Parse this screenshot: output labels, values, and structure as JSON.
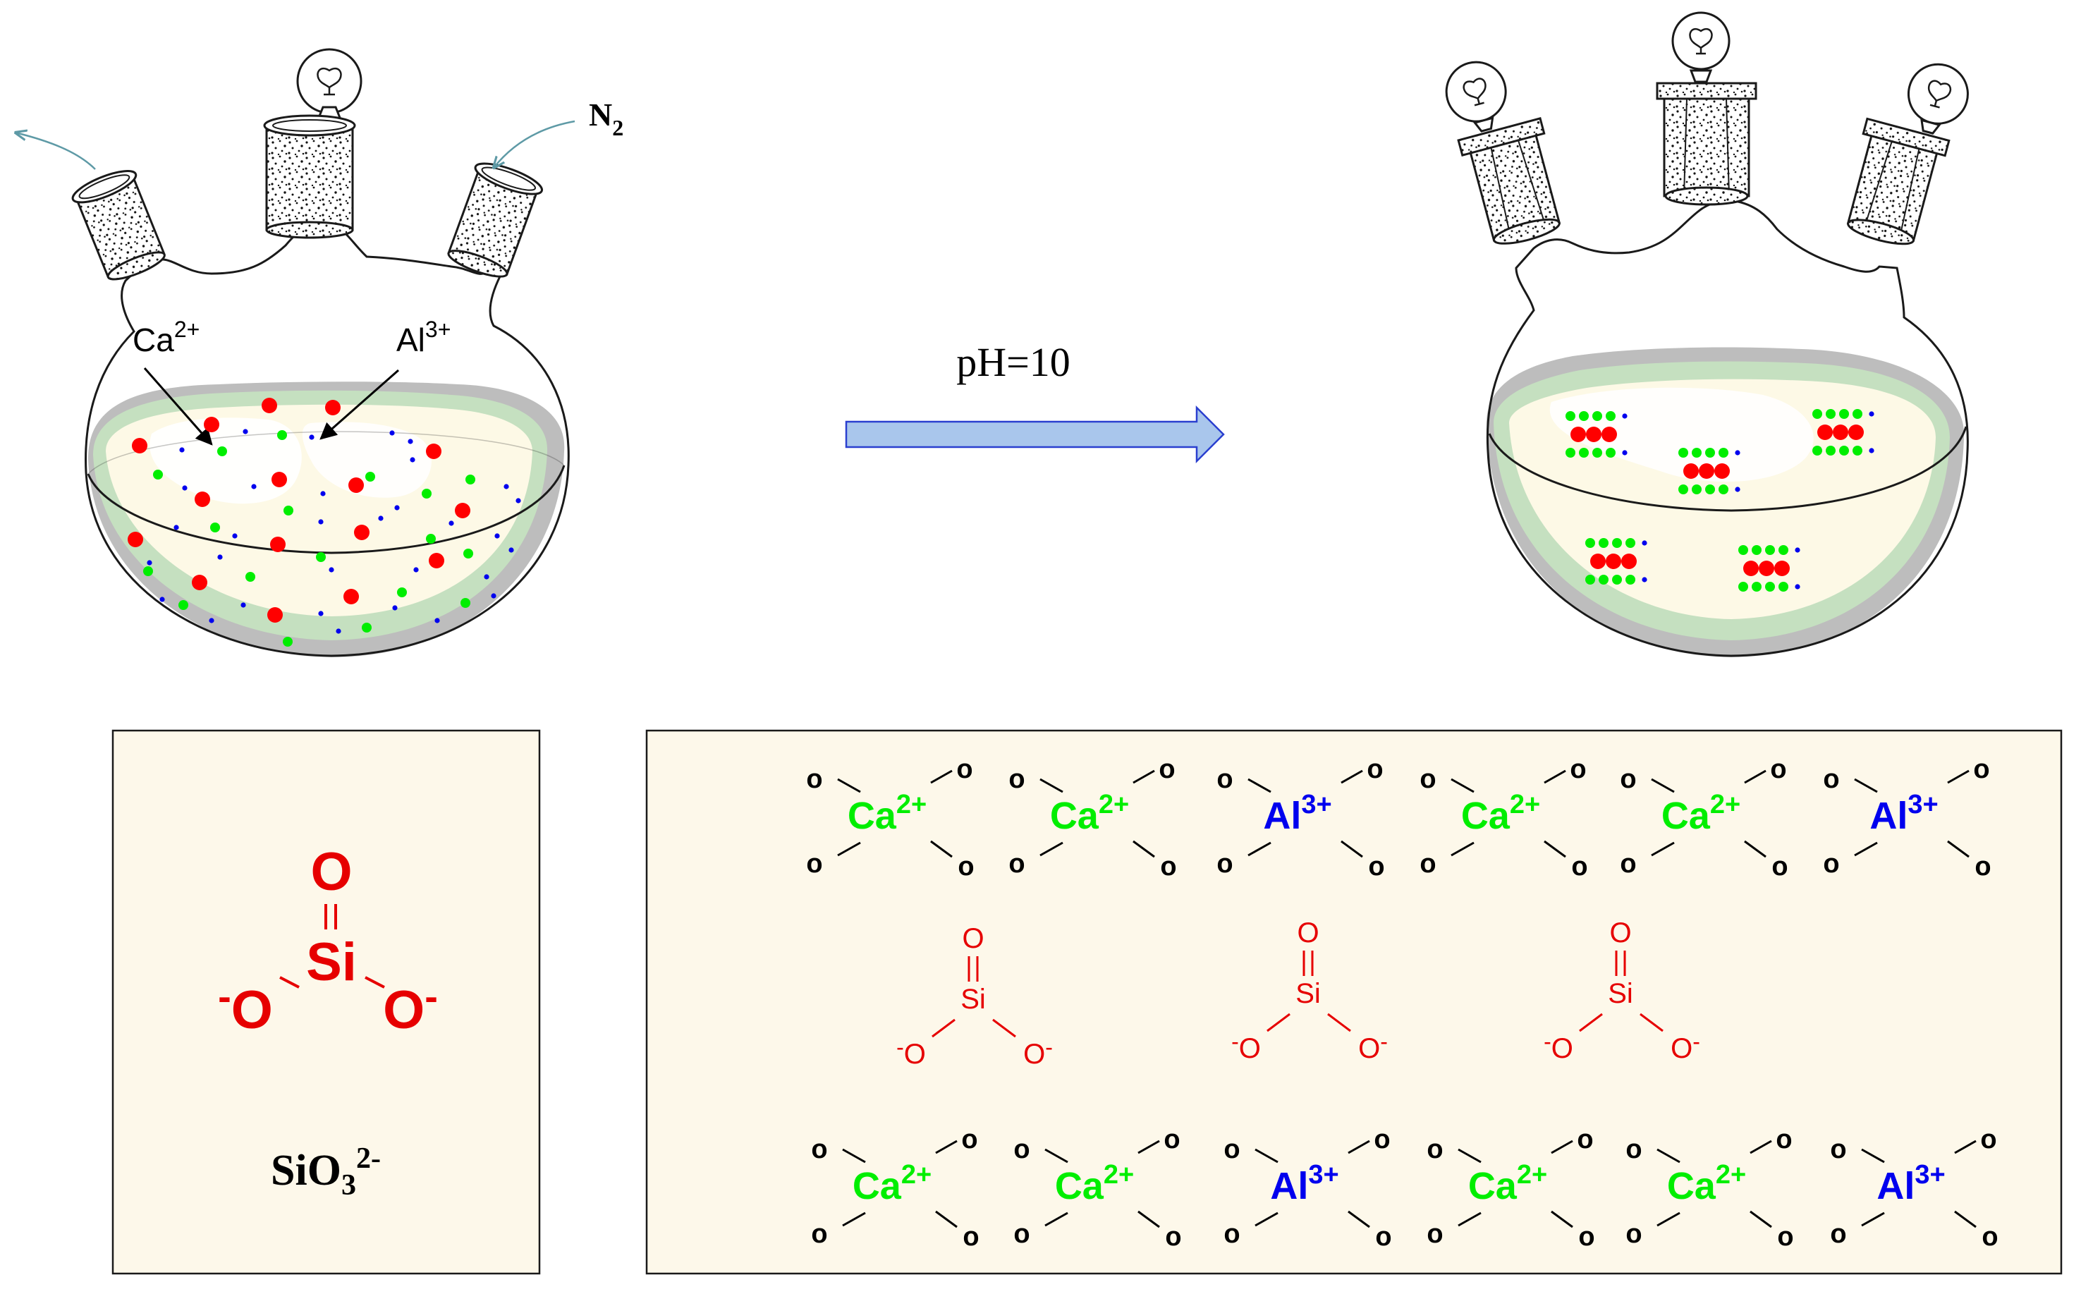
{
  "flask_left": {
    "gas_label": "N",
    "gas_subscript": "2",
    "ca_label": "Ca",
    "ca_charge": "2+",
    "al_label": "Al",
    "al_charge": "3+"
  },
  "reaction": {
    "condition": "pH=10"
  },
  "silicate_panel": {
    "atom_o": "O",
    "atom_si": "Si",
    "minus": "-",
    "formula_base": "SiO",
    "formula_sub": "3",
    "formula_charge": "2-"
  },
  "structure_panel": {
    "o_label": "o",
    "ca_label": "Ca",
    "ca_charge": "2+",
    "al_label": "Al",
    "al_charge": "3+",
    "si_label": "Si",
    "si_o_label": "O",
    "minus": "-",
    "top_row": [
      "Ca",
      "Ca",
      "Al",
      "Ca",
      "Ca",
      "Al"
    ],
    "bottom_row": [
      "Ca",
      "Ca",
      "Al",
      "Ca",
      "Ca",
      "Al"
    ]
  },
  "colors": {
    "calcium": "#00ee00",
    "aluminium": "#0000ee",
    "silicate": "#ff0000",
    "arrow_fill": "#a9c6ec",
    "arrow_stroke": "#2a3fcf",
    "panel_bg": "#fdf8ea",
    "solution_bg": "#fdf9e6",
    "solution_green": "#c5e0c0",
    "solution_grey": "#bdbdbd"
  }
}
